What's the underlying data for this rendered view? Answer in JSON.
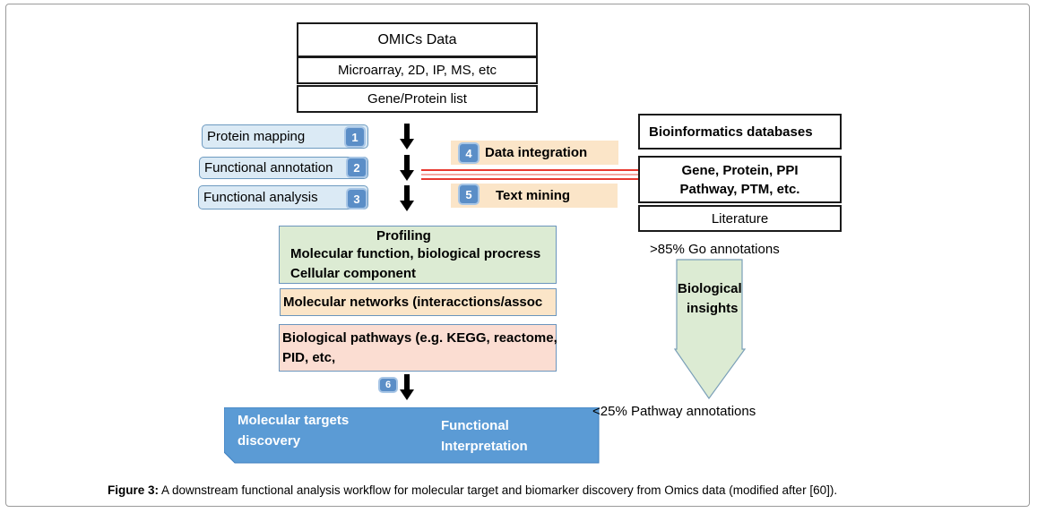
{
  "omics": {
    "title": "OMICs Data",
    "methods": "Microarray, 2D, IP, MS, etc",
    "list": "Gene/Protein list"
  },
  "steps": [
    {
      "label": "Protein mapping",
      "num": "1"
    },
    {
      "label": "Functional annotation",
      "num": "2"
    },
    {
      "label": "Functional analysis",
      "num": "3"
    }
  ],
  "integration": {
    "label": "Data integration",
    "num": "4"
  },
  "textmining": {
    "label": "Text mining",
    "num": "5"
  },
  "databases": {
    "title": "Bioinformatics databases",
    "line1": "Gene, Protein, PPI",
    "line2": "Pathway, PTM, etc.",
    "literature": "Literature"
  },
  "profiling": {
    "title": "Profiling",
    "line1": "Molecular function,  biological procress",
    "line2": "Cellular component"
  },
  "networks": "Molecular networks (interacctions/assoc",
  "pathways": {
    "line1": "Biological pathways (e.g. KEGG, reactome,",
    "line2": "PID, etc,"
  },
  "step6": "6",
  "targets": {
    "line1": "Molecular targets",
    "line2": "discovery",
    "fi1": "Functional",
    "fi2": "Interpretation"
  },
  "go_annotations": ">85% Go annotations",
  "insights": {
    "line1": "Biological",
    "line2": "insights"
  },
  "pathway_annotations": "<25% Pathway annotations",
  "caption": {
    "label": "Figure 3:",
    "text": " A downstream functional analysis workflow for molecular target and biomarker discovery from Omics data (modified after [60])."
  },
  "colors": {
    "step_fill": "#dbeaf5",
    "badge": "#5b8ec7",
    "peach": "#fbe5c8",
    "green": "#dcebd3",
    "salmon": "#fbddd2",
    "targets": "#5b9bd5",
    "connector": "#e8382f"
  }
}
